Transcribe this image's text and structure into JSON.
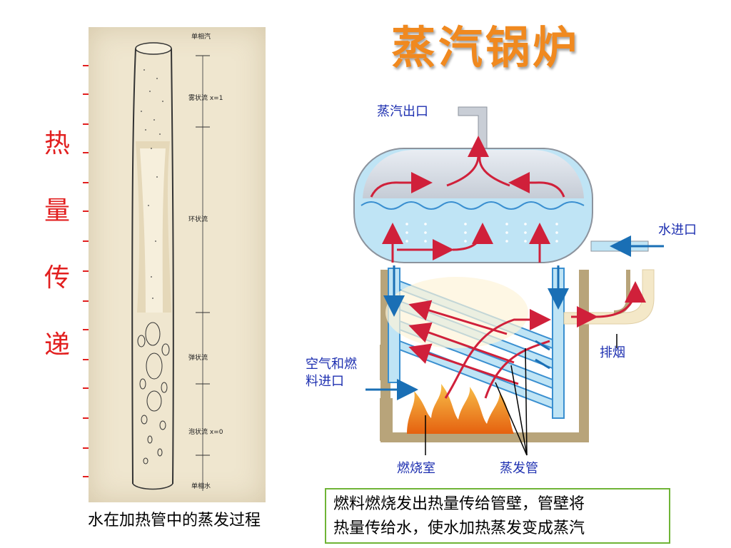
{
  "title": "蒸汽锅炉",
  "left_panel": {
    "vertical_caption": [
      "热",
      "量",
      "传",
      "递"
    ],
    "figure_labels": {
      "top": "单相汽",
      "mist": "雾状流 x=1",
      "annular": "环状流",
      "slug": "弹状流",
      "bubble": "泡状流 x=0",
      "bottom": "单相水"
    },
    "caption": "水在加热管中的蒸发过程"
  },
  "boiler": {
    "steam_outlet": "蒸汽出口",
    "water_inlet": "水进口",
    "exhaust": "排烟",
    "air_fuel_inlet": [
      "空气和燃",
      "料进口"
    ],
    "combustion_chamber": "燃烧室",
    "evaporator_tubes": "蒸发管"
  },
  "note": {
    "line1": "燃料燃烧发出热量传给管壁，管壁将",
    "line2": "热量传给水，使水加热蒸发变成蒸汽"
  },
  "colors": {
    "title": "#f0891f",
    "arrow_red": "#e21f1f",
    "label_blue": "#1d2fb0",
    "water_blue": "#bfe4f5",
    "frame_tan": "#b8a47a",
    "note_border": "#6fb436"
  }
}
